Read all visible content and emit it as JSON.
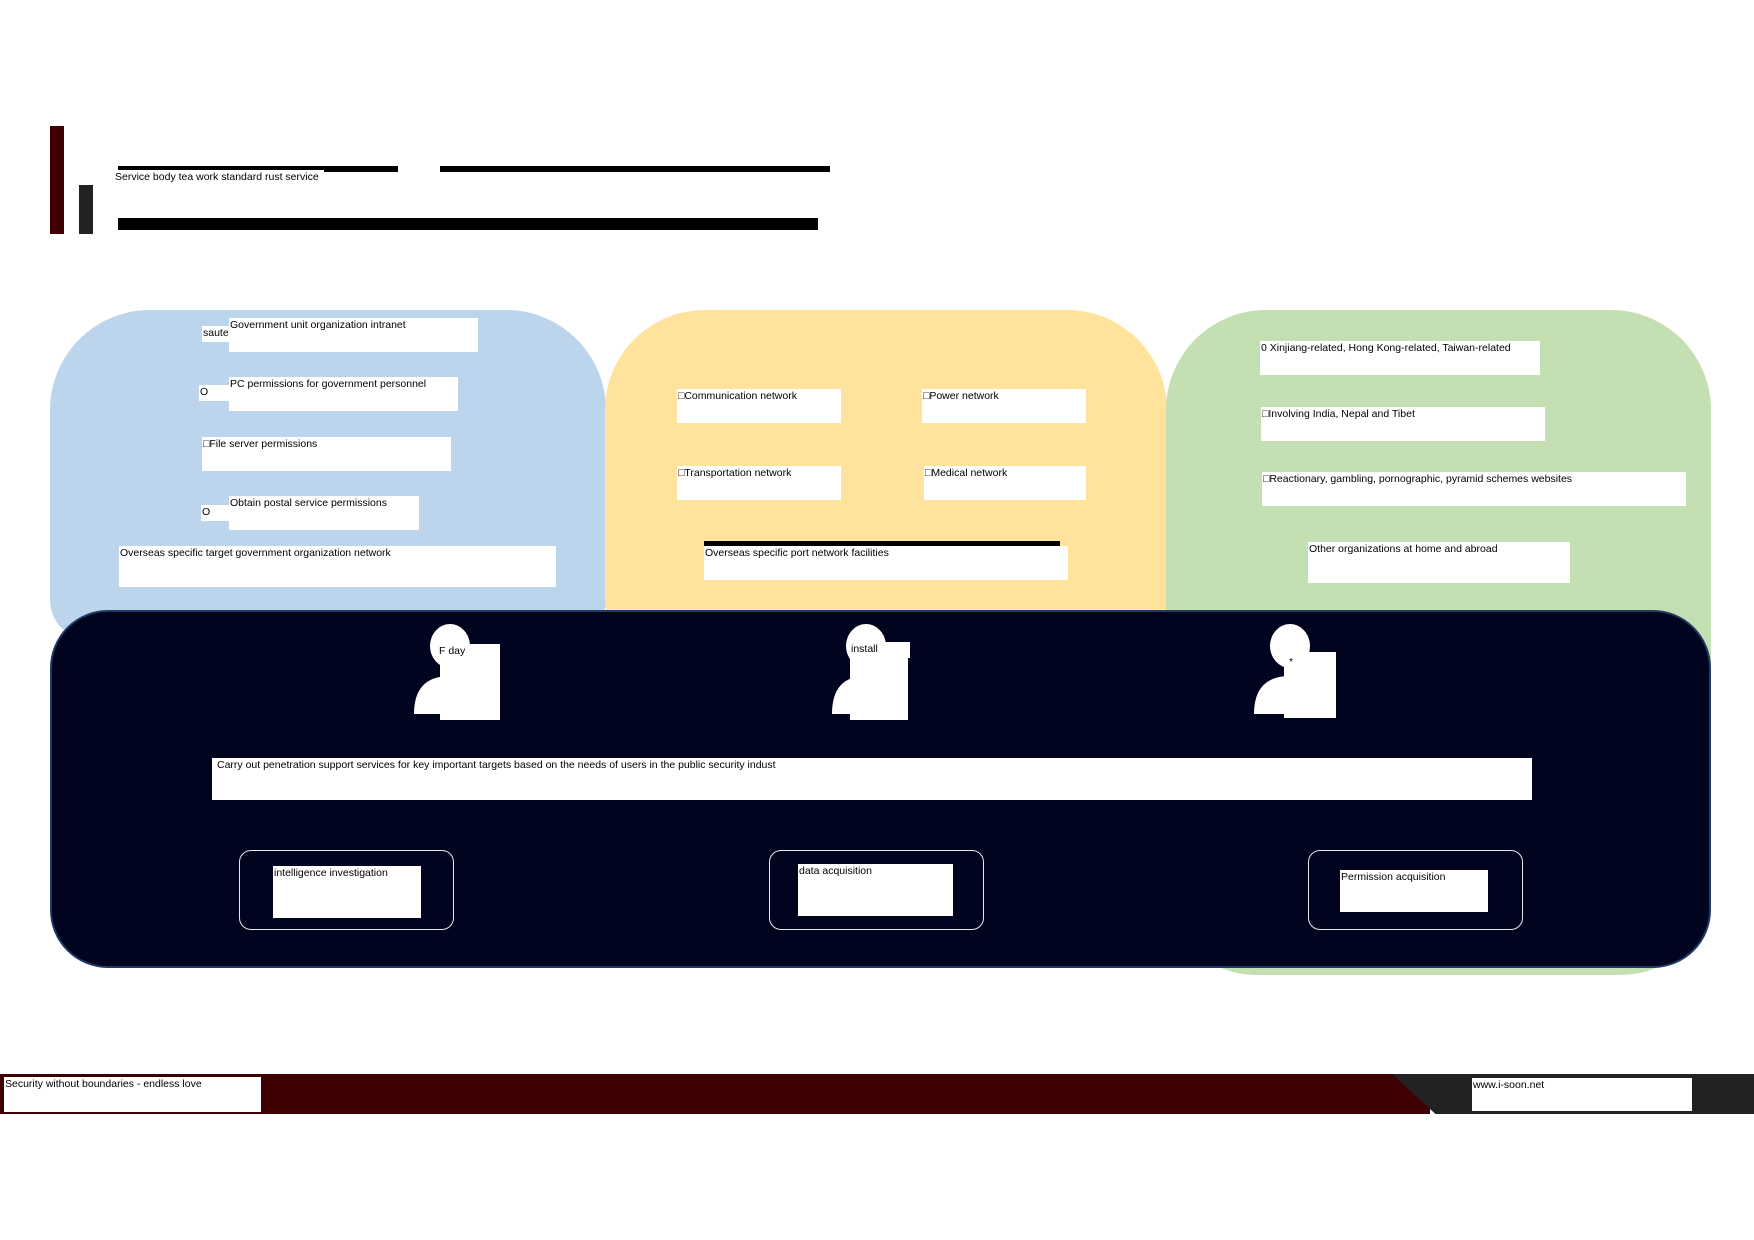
{
  "header": {
    "subtitle": "Service body tea work standard rust service"
  },
  "colors": {
    "brand_dark_red": "#3f0004",
    "panel_blue": "#bcd5ed",
    "panel_yellow": "#ffe39c",
    "panel_green": "#c4e0b2",
    "core_navy": "#00041e",
    "footer_dark": "#222222"
  },
  "blue_panel": {
    "items": [
      {
        "marker": "saute",
        "label": "Government unit organization intranet"
      },
      {
        "marker": "O",
        "label": "PC permissions for government personnel"
      },
      {
        "marker": "",
        "label": "□File server permissions"
      },
      {
        "marker": "O",
        "label": "Obtain postal service permissions"
      }
    ],
    "caption": "Overseas specific target government organization network"
  },
  "yellow_panel": {
    "items": [
      "□Communication network",
      "□Power network",
      "□Transportation network",
      "□Medical network"
    ],
    "caption": "Overseas specific port network facilities"
  },
  "green_panel": {
    "items": [
      "0 Xinjiang-related, Hong Kong-related, Taiwan-related",
      "□Involving India, Nepal and Tibet",
      "□Reactionary, gambling, pornographic, pyramid schemes websites"
    ],
    "caption": "Other organizations at home and abroad"
  },
  "core": {
    "avatars": [
      {
        "icon": "user-icon",
        "label": "F day"
      },
      {
        "icon": "user-icon",
        "label": "install"
      },
      {
        "icon": "user-icon",
        "label": "*"
      }
    ],
    "statement": "Carry out penetration support services for key important targets based on the needs of users in the public security industry",
    "capabilities": [
      "intelligence investigation",
      "data acquisition",
      "Permission acquisition"
    ]
  },
  "footer": {
    "slogan": "Security without boundaries - endless love",
    "website": "www.i-soon.net"
  }
}
